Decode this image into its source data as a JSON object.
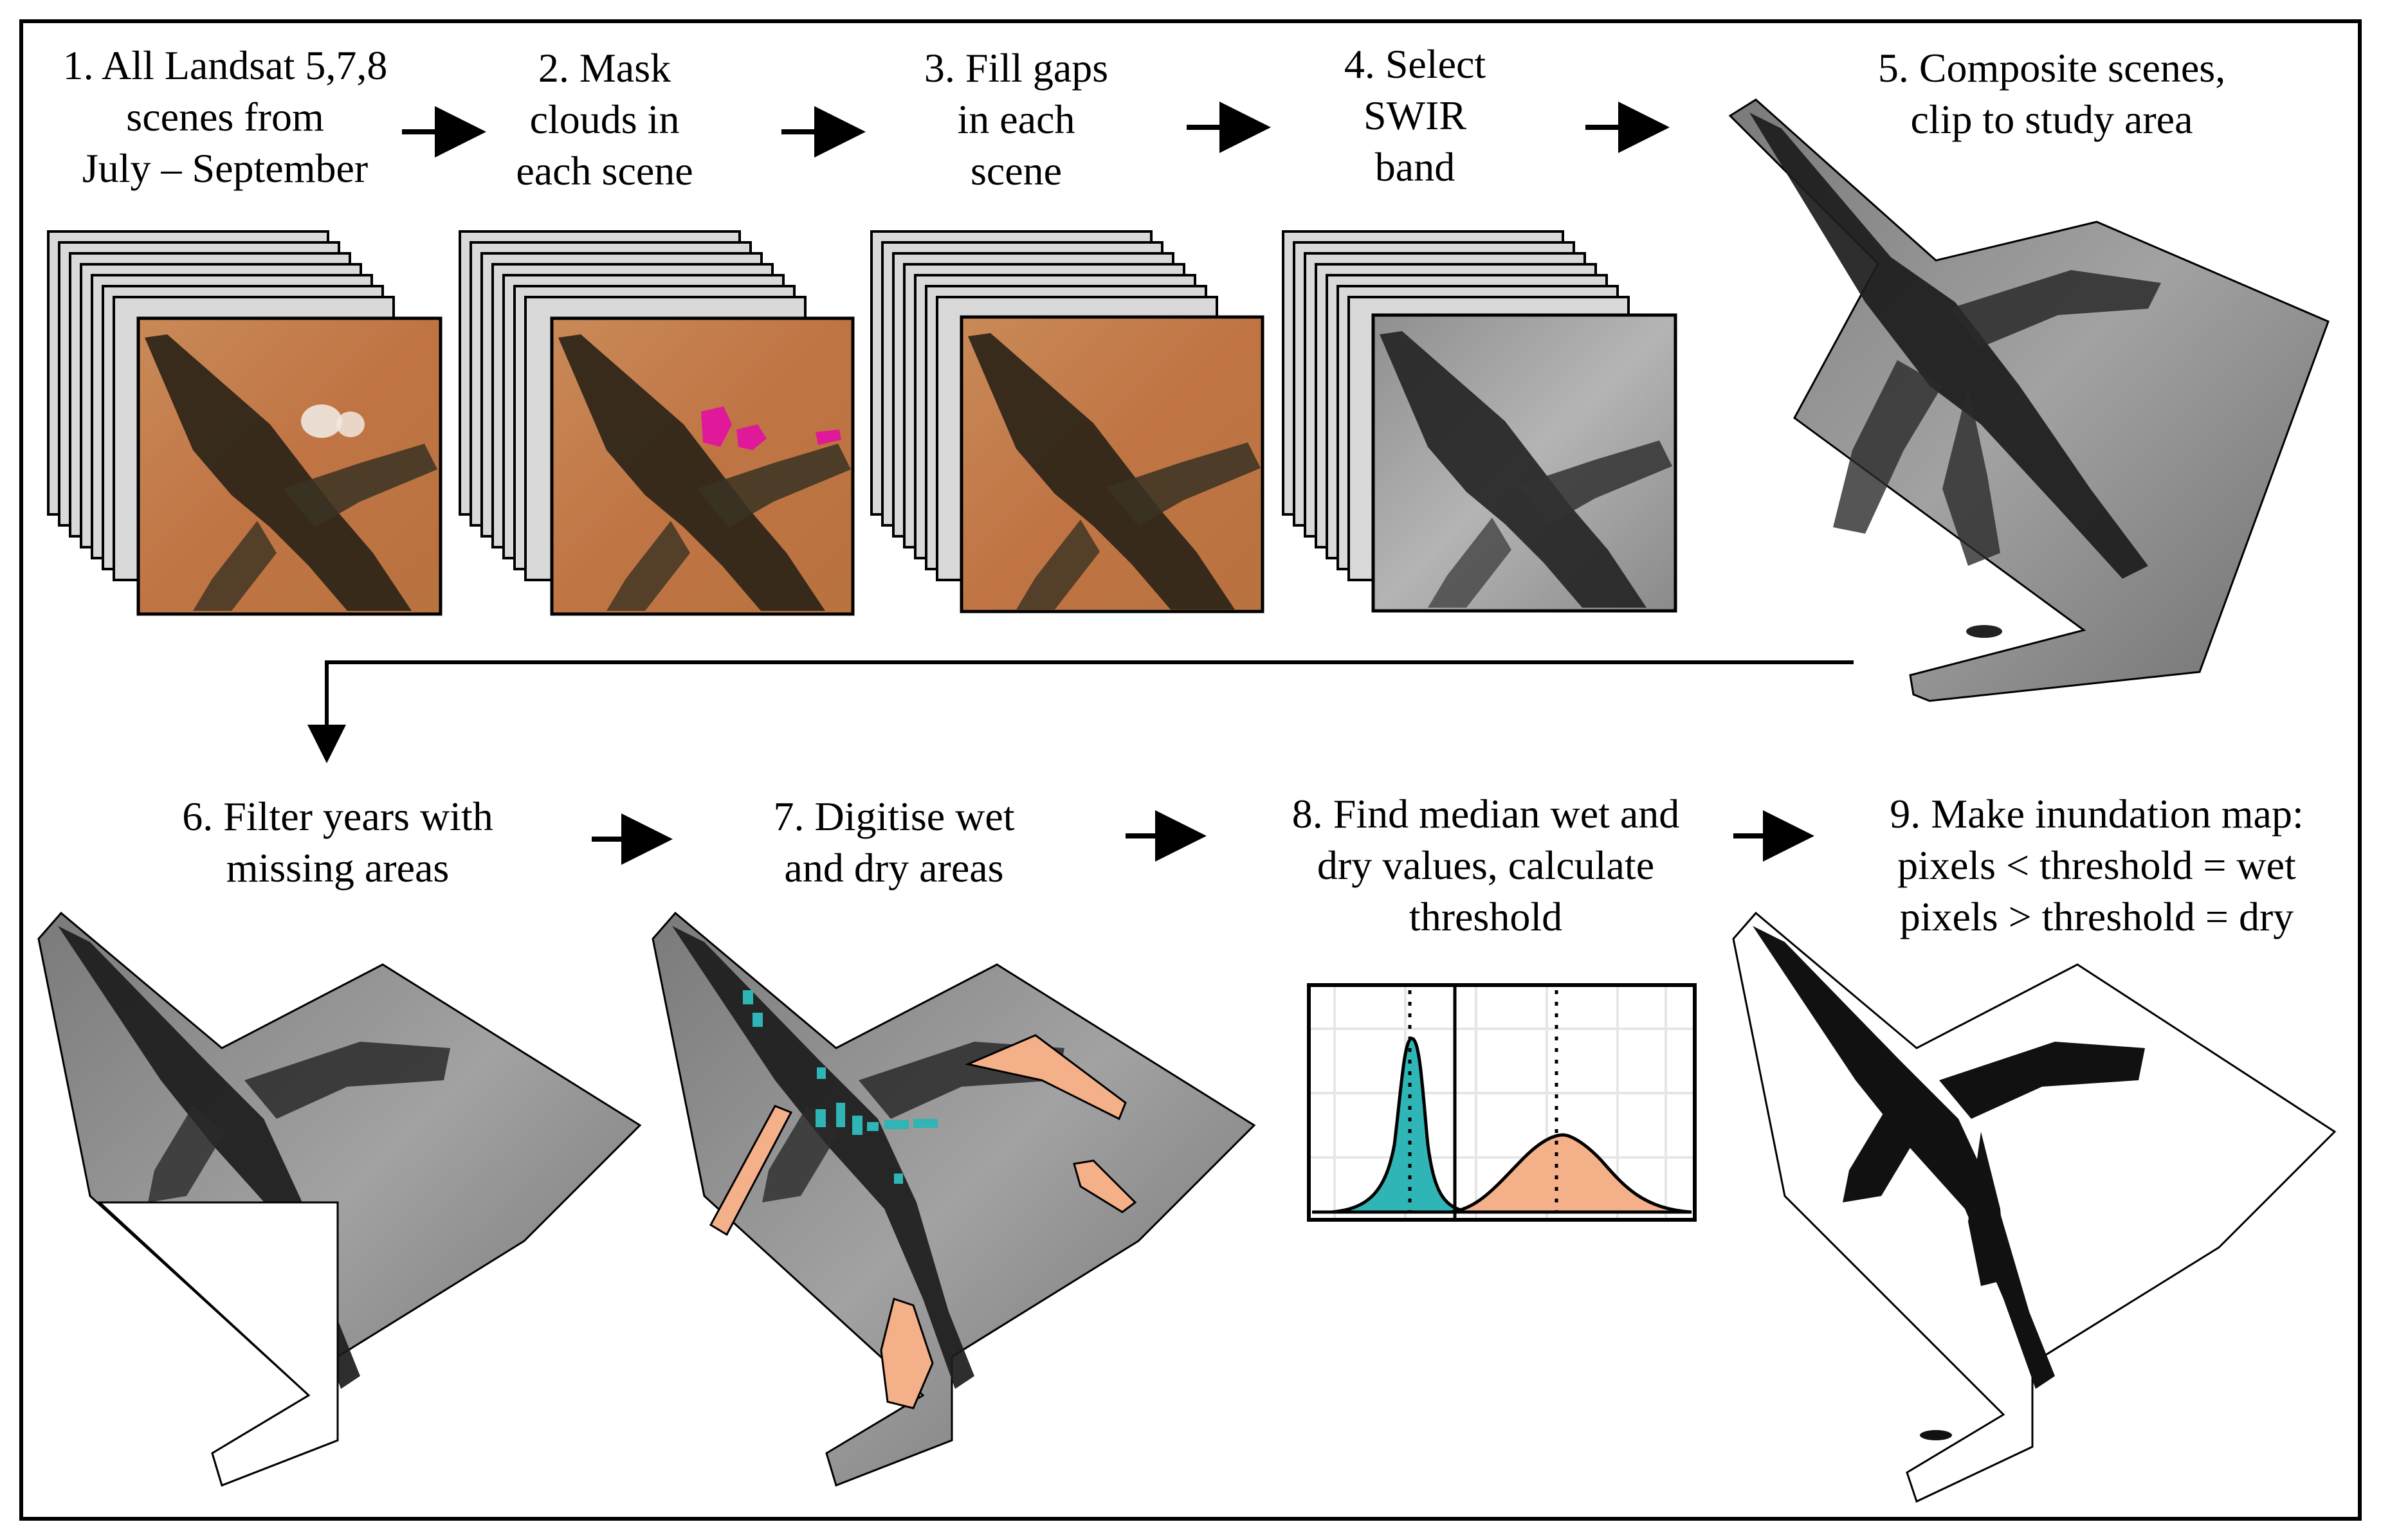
{
  "steps": [
    {
      "id": 1,
      "lines": [
        "1. All Landsat 5,7,8",
        "scenes from",
        "July – September"
      ]
    },
    {
      "id": 2,
      "lines": [
        "2. Mask",
        "clouds in",
        "each scene"
      ]
    },
    {
      "id": 3,
      "lines": [
        "3. Fill gaps",
        "in each",
        "scene"
      ]
    },
    {
      "id": 4,
      "lines": [
        "4. Select",
        "SWIR",
        "band"
      ]
    },
    {
      "id": 5,
      "lines": [
        "5. Composite scenes,",
        "clip to study area"
      ]
    },
    {
      "id": 6,
      "lines": [
        "6. Filter years with",
        "missing areas"
      ]
    },
    {
      "id": 7,
      "lines": [
        "7. Digitise wet",
        "and dry areas"
      ]
    },
    {
      "id": 8,
      "lines": [
        "8. Find median wet and",
        "dry values, calculate",
        "threshold"
      ]
    },
    {
      "id": 9,
      "lines": [
        "9. Make inundation map:",
        "pixels < threshold = wet",
        "pixels > threshold = dry"
      ]
    }
  ],
  "colors": {
    "border": "#000000",
    "stack_fill": "#d9d9d9",
    "landsat": "#c87a47",
    "river": "#2b2418",
    "cloud_mask": "#e0199a",
    "swir": "#9a9a9a",
    "wet": "#2fb5b5",
    "dry": "#f4b088"
  },
  "icons": [
    "arrow-right-icon",
    "arrow-down-icon"
  ]
}
